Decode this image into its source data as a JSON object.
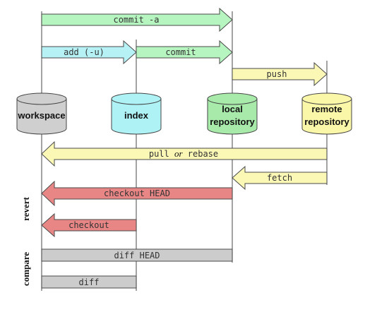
{
  "repos": {
    "workspace": {
      "label": "workspace",
      "color": "#cfcfcf"
    },
    "index": {
      "label": "index",
      "color": "#aef2f6"
    },
    "local": {
      "line1": "local",
      "line2": "repository",
      "color": "#a8eaaa"
    },
    "remote": {
      "line1": "remote",
      "line2": "repository",
      "color": "#fbf7a8"
    }
  },
  "arrows": {
    "commit_a": {
      "label": "commit -a",
      "color": "#b6f5c0"
    },
    "add": {
      "label": "add (-u)",
      "color": "#b6f2f5"
    },
    "commit": {
      "label": "commit",
      "color": "#b6f5c0"
    },
    "push": {
      "label": "push",
      "color": "#fbf8b6"
    },
    "pull": {
      "label_pre": "pull ",
      "label_or": "or",
      "label_post": " rebase",
      "color": "#fbf8b6"
    },
    "fetch": {
      "label": "fetch",
      "color": "#fbf8b6"
    },
    "checkout_head": {
      "label": "checkout HEAD",
      "color": "#e88585"
    },
    "checkout": {
      "label": "checkout",
      "color": "#e88585"
    }
  },
  "bars": {
    "diff_head": {
      "label": "diff HEAD",
      "color": "#cccccc"
    },
    "diff": {
      "label": "diff",
      "color": "#cccccc"
    }
  },
  "side_labels": {
    "revert": "revert",
    "compare": "compare"
  }
}
